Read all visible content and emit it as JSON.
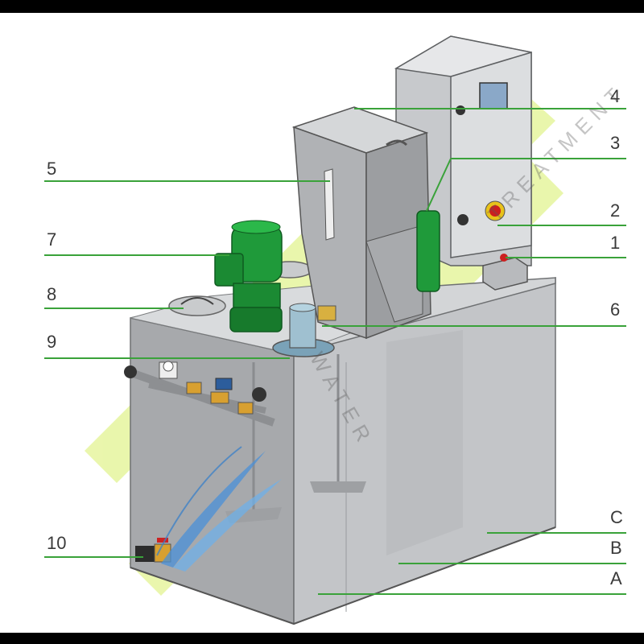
{
  "callouts": {
    "left": [
      "5",
      "7",
      "8",
      "9",
      "10"
    ],
    "right": [
      "4",
      "3",
      "2",
      "1",
      "6",
      "C",
      "B",
      "A"
    ]
  },
  "watermark": {
    "line1": "WATER",
    "line2": "TREATMENT"
  },
  "colors": {
    "leader_line": "#3aa23a",
    "tank": "#b9bbbe",
    "motor": "#1f9a3a",
    "watermark": "#d8ef6a",
    "frame_bar": "#000000"
  },
  "icons": [
    "motor-icon",
    "control-panel-icon",
    "emergency-stop-icon",
    "valve-icon",
    "funnel-icon"
  ]
}
